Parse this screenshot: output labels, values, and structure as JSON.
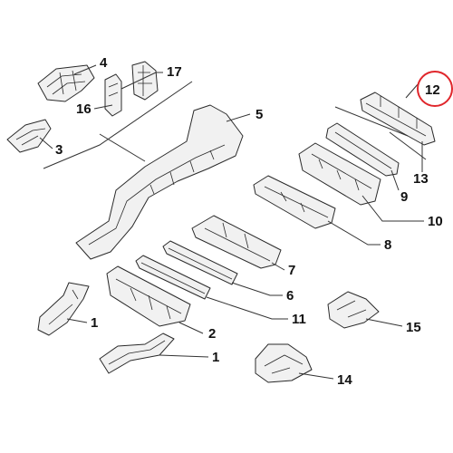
{
  "diagram": {
    "callouts": [
      "1",
      "1",
      "2",
      "3",
      "4",
      "5",
      "6",
      "7",
      "8",
      "9",
      "10",
      "11",
      "12",
      "13",
      "14",
      "15",
      "16",
      "17"
    ],
    "highlight_color": "#e0262b"
  }
}
